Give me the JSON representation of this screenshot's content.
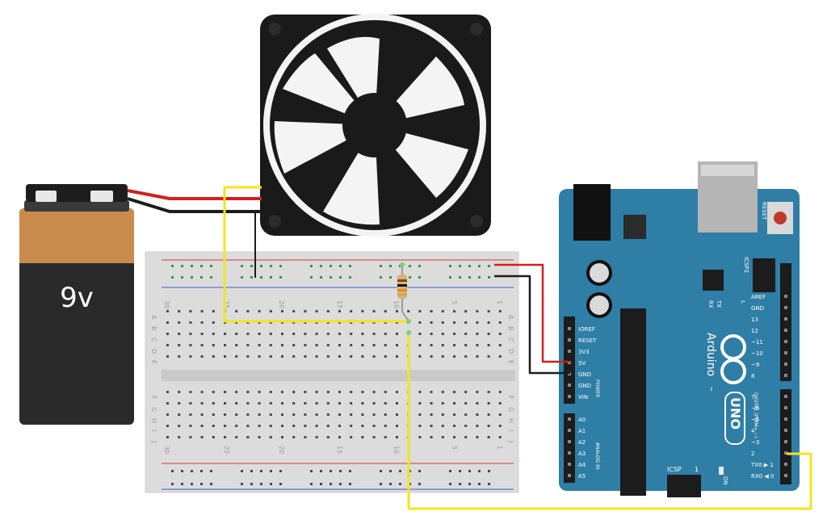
{
  "battery": {
    "label": "9v",
    "cap_color": "#222222",
    "top_color": "#c98c4c",
    "body_color": "#2a2a2a"
  },
  "breadboard": {
    "row_letters_top": [
      "A",
      "B",
      "C",
      "D",
      "E"
    ],
    "row_letters_bottom": [
      "F",
      "G",
      "H",
      "I",
      "J"
    ],
    "column_numbers_top": [
      "30",
      "25",
      "20",
      "15",
      "10",
      "5",
      "1"
    ],
    "column_numbers_bottom": [
      "30",
      "25",
      "20",
      "15",
      "10",
      "5",
      "1"
    ]
  },
  "arduino": {
    "brand": "Arduino",
    "trademark": "™",
    "model": "UNO",
    "reset_label": "RESET",
    "icsp2_label": "ICSP2",
    "icsp_label": "ICSP",
    "icsp_num": "1",
    "tx_label": "TX",
    "rx_label": "RX",
    "l_label": "L",
    "on_label": "ON",
    "power_header_label": "POWER",
    "analog_header_label": "ANALOG IN",
    "digital_header_label": "DIGITAL (PWM= ~)",
    "power_pins": [
      "IOREF",
      "RESET",
      "3V3",
      "5V",
      "GND",
      "GND",
      "VIN"
    ],
    "analog_pins": [
      "A0",
      "A1",
      "A2",
      "A3",
      "A4",
      "A5"
    ],
    "digital_pins_upper": [
      "AREF",
      "GND",
      "13",
      "12",
      "~11",
      "~10",
      "~9",
      "8"
    ],
    "digital_pins_lower": [
      "7",
      "~6",
      "~5",
      "4",
      "~3",
      "2",
      "TX0 ▶ 1",
      "RX0 ◀ 0"
    ],
    "board_color": "#2e7ea6"
  },
  "wires": {
    "power_color": "#d21f1f",
    "ground_color": "#1c1c1c",
    "signal_color": "#f2e61c"
  },
  "icons": [
    "fan-icon",
    "battery-icon",
    "resistor-icon",
    "breadboard-icon",
    "arduino-uno-icon"
  ]
}
